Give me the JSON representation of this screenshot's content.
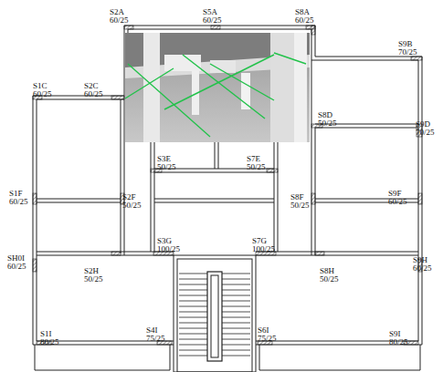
{
  "diagram": {
    "labels": [
      "S2A",
      "60/25",
      "S5A",
      "60/25",
      "S8A",
      "60/25",
      "S9B",
      "70/25",
      "S1C",
      "60/25",
      "S2C",
      "60/25",
      "S8D",
      "50/25",
      "S9D",
      "70/25",
      "S3E",
      "50/25",
      "S7E",
      "50/25",
      "S1F",
      "60/25",
      "S2F",
      "50/25",
      "S8F",
      "50/25",
      "S9F",
      "60/25",
      "S3G",
      "100/25",
      "S7G",
      "100/25",
      "S2H",
      "50/25",
      "S8H",
      "50/25",
      "SH0I",
      "60/25",
      "S9H",
      "60/25",
      "S1I",
      "80/25",
      "S4I",
      "75/25",
      "S6I",
      "75/25",
      "S9I",
      "80/25"
    ]
  }
}
